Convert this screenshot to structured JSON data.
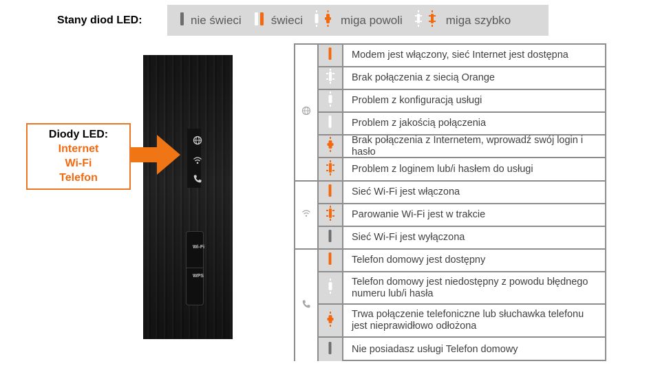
{
  "legend": {
    "title": "Stany diod LED:",
    "items": [
      {
        "label": "nie świeci",
        "icon": "led-off-icon"
      },
      {
        "label": "świeci",
        "icon": "led-on-icon"
      },
      {
        "label": "miga powoli",
        "icon": "led-blink-slow-icon"
      },
      {
        "label": "miga szybko",
        "icon": "led-blink-fast-icon"
      }
    ]
  },
  "device": {
    "buttons": [
      {
        "label": "Wi-Fi"
      },
      {
        "label": "WPS"
      }
    ]
  },
  "callout": {
    "title": "Diody LED:",
    "items": [
      "Internet",
      "Wi-Fi",
      "Telefon"
    ]
  },
  "table": {
    "groups": [
      {
        "service": "internet",
        "icon": "globe-icon",
        "rows": [
          {
            "state": "on",
            "text": "Modem jest włączony, sieć Internet jest dostępna"
          },
          {
            "state": "fast-white",
            "text": "Brak połączenia z siecią Orange"
          },
          {
            "state": "slow-white",
            "text": "Problem z konfiguracją usługi"
          },
          {
            "state": "on-white",
            "text": "Problem z jakością połączenia"
          },
          {
            "state": "slow",
            "text": "Brak połączenia z Internetem, wprowadź swój login i hasło"
          },
          {
            "state": "fast",
            "text": "Problem z loginem lub/i hasłem do usługi"
          }
        ]
      },
      {
        "service": "wifi",
        "icon": "wifi-icon",
        "rows": [
          {
            "state": "on",
            "text": "Sieć Wi-Fi jest włączona"
          },
          {
            "state": "fast",
            "text": "Parowanie Wi-Fi jest w trakcie"
          },
          {
            "state": "off",
            "text": "Sieć Wi-Fi jest wyłączona"
          }
        ]
      },
      {
        "service": "phone",
        "icon": "phone-icon",
        "rows": [
          {
            "state": "on",
            "text": "Telefon domowy jest dostępny"
          },
          {
            "state": "slow-white",
            "text": "Telefon domowy jest niedostępny z powodu błędnego numeru lub/i hasła"
          },
          {
            "state": "slow",
            "text": "Trwa połączenie telefoniczne lub słuchawka telefonu jest nieprawidłowo odłożona"
          },
          {
            "state": "off",
            "text": "Nie posiadasz usługi Telefon domowy"
          }
        ]
      }
    ]
  },
  "colors": {
    "orange": "#f26a10",
    "gray_led": "#6e6e6e",
    "white_led": "#ffffff",
    "legend_bg": "#d9d9d9",
    "border": "#8c8c8c"
  }
}
